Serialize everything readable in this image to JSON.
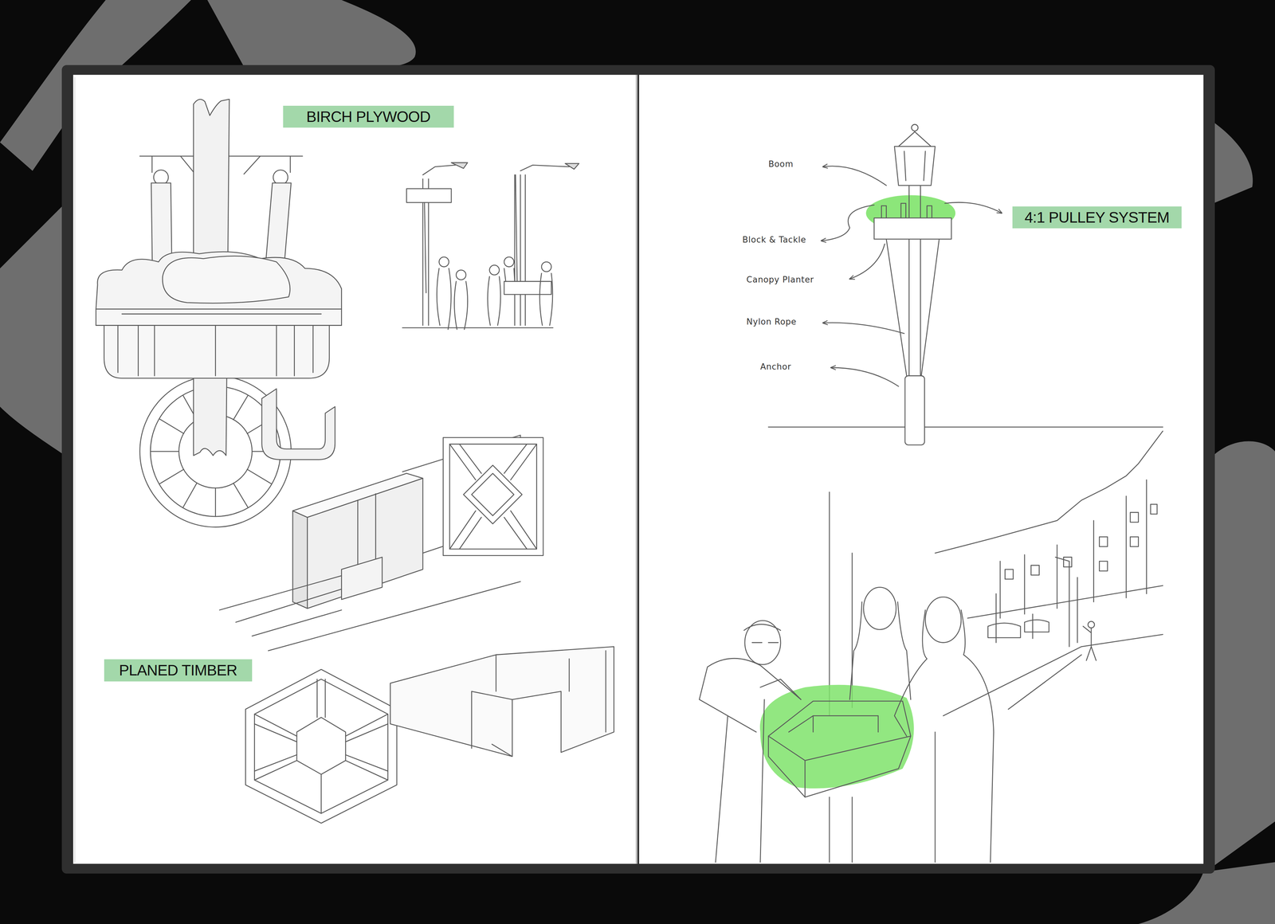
{
  "diagram": {
    "nodes": [
      {
        "text": [
          "BIRCH PLYWOOD"
        ]
      },
      {
        "text": [
          "PLANED TIMBER"
        ]
      },
      {
        "text": [
          "4:1 PULLEY SYSTEM"
        ]
      }
    ],
    "labels": [
      "Boom",
      "Block & Tackle",
      "Canopy Planter",
      "Nylon Rope",
      "Anchor"
    ]
  }
}
